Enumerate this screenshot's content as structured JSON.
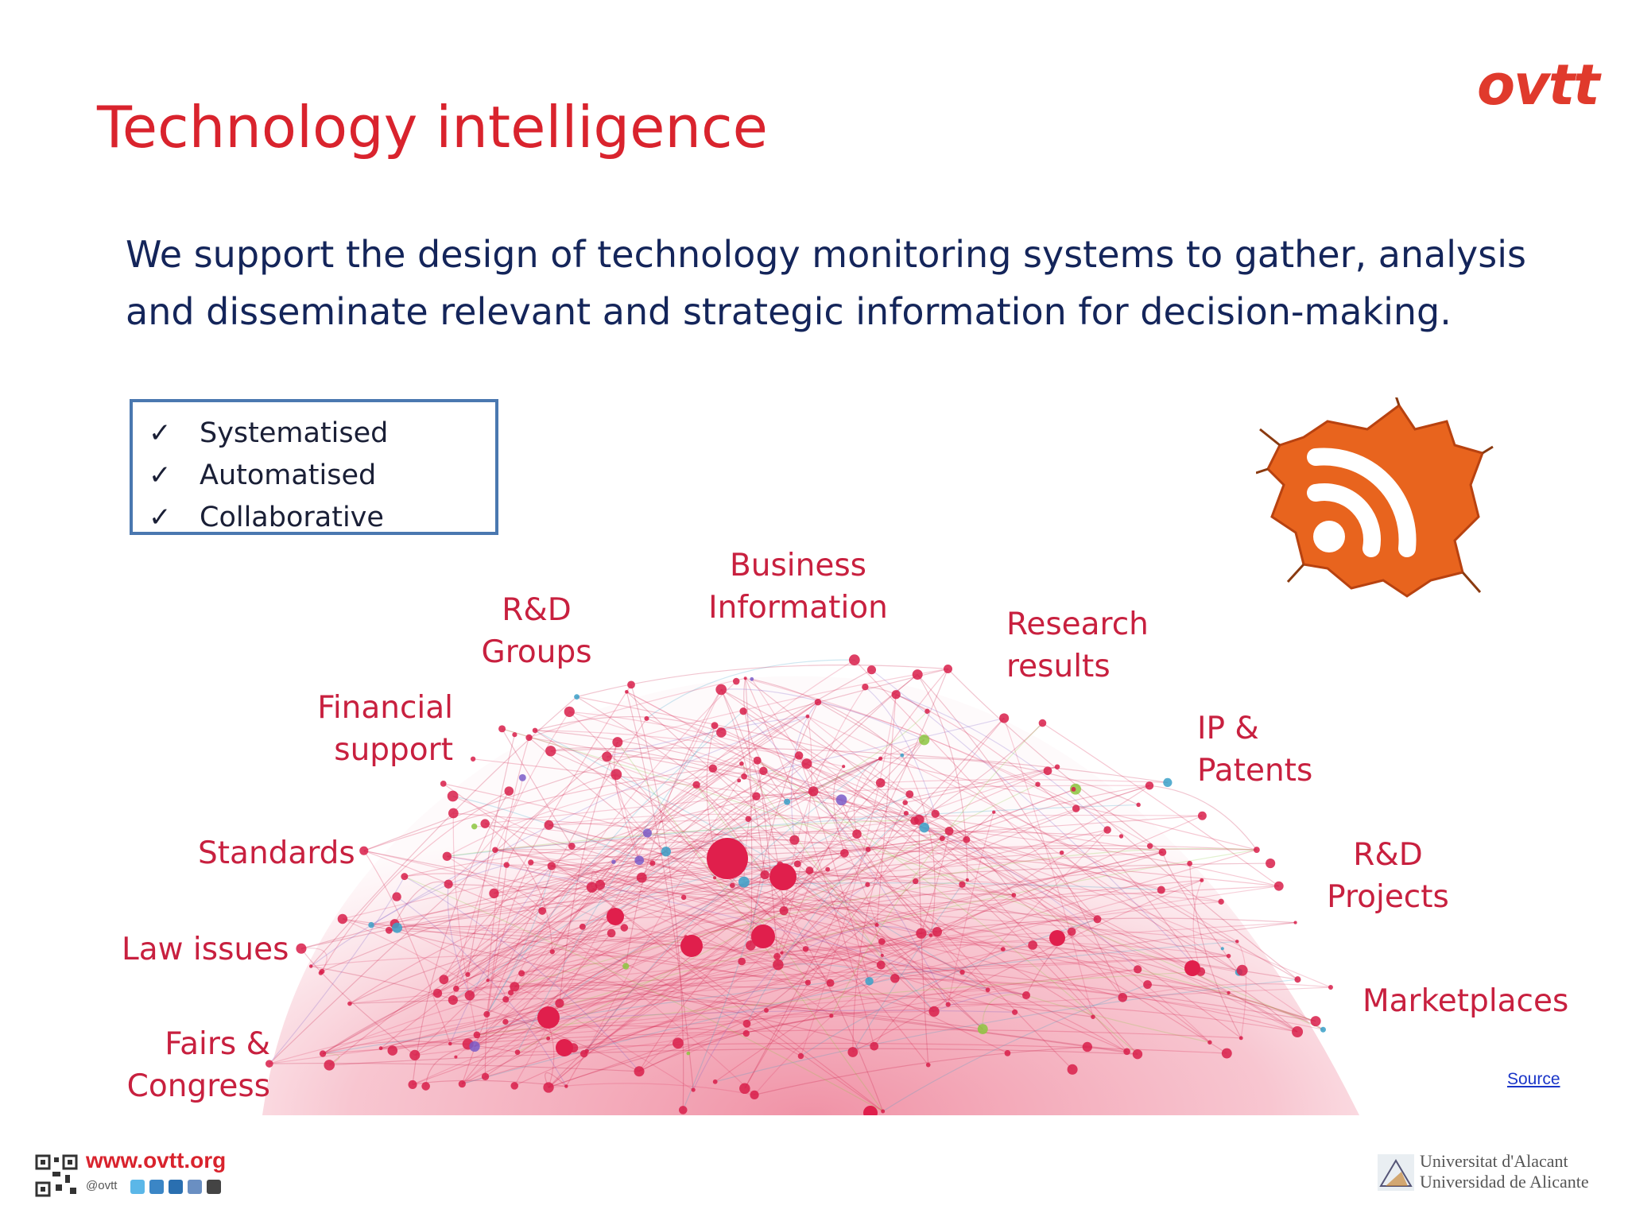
{
  "slide": {
    "title": "Technology intelligence",
    "brand_logo_text": "ovtt",
    "subtitle": "We support the design of technology monitoring systems to gather, analysis and disseminate relevant and strategic information for decision-making.",
    "checklist": [
      {
        "mark": "✓",
        "label": "Systematised"
      },
      {
        "mark": "✓",
        "label": "Automatised"
      },
      {
        "mark": "✓",
        "label": "Collaborative"
      }
    ],
    "categories": {
      "business_information": "Business\nInformation",
      "rd_groups": "R&D\nGroups",
      "research_results": "Research\nresults",
      "financial_support": "Financial\nsupport",
      "ip_patents": "IP &\nPatents",
      "standards": "Standards",
      "rd_projects": "R&D\nProjects",
      "law_issues": "Law issues",
      "marketplaces": "Marketplaces",
      "fairs_congress": "Fairs &\nCongress"
    },
    "source_link": "Source",
    "network_color": "#d81e4a",
    "rss_icon": "rss-feed-icon"
  },
  "footer": {
    "url": "www.ovtt.org",
    "handle": "@ovtt",
    "university_line1": "Universitat d'Alacant",
    "university_line2": "Universidad de Alicante"
  }
}
